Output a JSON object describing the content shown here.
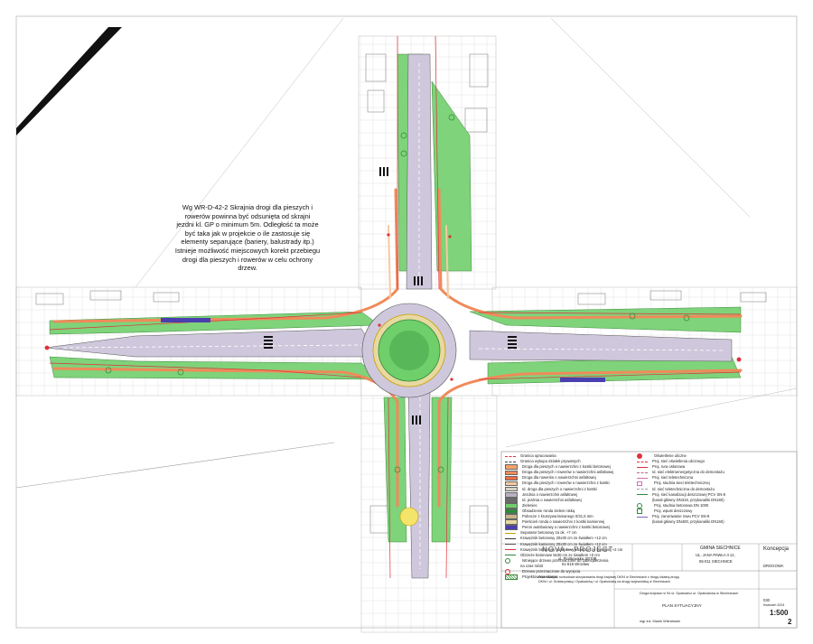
{
  "note": {
    "lines": [
      "Wg WR-D-42-2 Skrajnia drogi dla pieszych i",
      "rowerów powinna być odsunięta od skrajni",
      "jezdni kl. GP o minimum 5m. Odległość ta może",
      "być taka jak w projekcie o ile zastosuje się",
      "elementy separujące (bariery, balustrady itp.)",
      "Istnieje możliwość miejscowych korekt przebiegu",
      "drogi dla pieszych i rowerów w celu ochrony",
      "drzew."
    ]
  },
  "legend_left": [
    {
      "label": "Granica opracowania",
      "color": "#e0303a",
      "style": "dash"
    },
    {
      "label": "Granica wykupu działek prywatnych",
      "color": "#444444",
      "style": "dashdot"
    },
    {
      "label": "Droga dla pieszych o nawierzchni z kostki betonowej",
      "color": "#f3a46b",
      "style": "fill"
    },
    {
      "label": "Droga dla pieszych i rowerów o nawierzchni asfaltowej",
      "color": "#f08a5a",
      "style": "fill"
    },
    {
      "label": "Droga dla rowerów o nawierzchni asfaltowej",
      "color": "#e96e4a",
      "style": "fill"
    },
    {
      "label": "Droga dla pieszych i rowerów o nawierzchni z kostki",
      "color": "#f7c9a0",
      "style": "fill"
    },
    {
      "label": "Id. droga dla pieszych o nawierzchni z kostki",
      "color": "#d9d0c6",
      "style": "fill"
    },
    {
      "label": "Jezdnia o nawierzchni asfaltowej",
      "color": "#b9b2c6",
      "style": "fill"
    },
    {
      "label": "Id. jezdnia o nawierzchni asfaltowej",
      "color": "#6a6a6a",
      "style": "fill"
    },
    {
      "label": "Zieleniec",
      "color": "#6fcf6a",
      "style": "fill"
    },
    {
      "label": "Obsadzenie rondа zieleni niską",
      "color": "#2f8a3a",
      "style": "fill"
    },
    {
      "label": "Pobocze z kruszywa łamanego 0/31,5 mm",
      "color": "#c8b48a",
      "style": "fill"
    },
    {
      "label": "Pierścień ronda o nawierzchni z kostki kamiennej",
      "color": "#e8d9a0",
      "style": "fill"
    },
    {
      "label": "Peron autobusowy o nawierzchni z kostki betonowej",
      "color": "#4a3fb0",
      "style": "fill"
    },
    {
      "label": "Separator betonowy za ok. +7 cm",
      "color": "#c8a000",
      "style": "line"
    },
    {
      "label": "Krawężnik betonowy 20x30 cm ze światłem +12 cm",
      "color": "#333333",
      "style": "line"
    },
    {
      "label": "Krawężnik kamienny 20x30 cm ze światłem +12 cm",
      "color": "#555555",
      "style": "line"
    },
    {
      "label": "Krawężnik betonowy najazdowy 15x22cm ze światłem +2 cm",
      "color": "#e0303a",
      "style": "line"
    },
    {
      "label": "Obrzeże betonowe 8x30 cm ze światłem +0 cm",
      "color": "#2f8a3a",
      "style": "line"
    },
    {
      "label": "Istniejące drzewo przeznaczone do zabezpieczenia",
      "color": "#2f8a3a",
      "style": "circle"
    },
    {
      "label": "na czas robót",
      "color": "",
      "style": "none"
    },
    {
      "label": "Drzewo przeznaczone do wycięcia",
      "color": "#e0303a",
      "style": "circle"
    },
    {
      "label": "Projektowana skarpa",
      "color": "#3a8a3a",
      "style": "hatch"
    }
  ],
  "legend_right": [
    {
      "label": "Oświetlenie uliczne",
      "color": "#e0303a",
      "style": "dot"
    },
    {
      "label": "Proj. sieć oświetlenia ulicznego",
      "color": "#e0303a",
      "style": "dash"
    },
    {
      "label": "Proj. rura osłonowa",
      "color": "#e0303a",
      "style": "line"
    },
    {
      "label": "Id. sieć elektroenergetyczna do demontażu",
      "color": "#c06090",
      "style": "dash"
    },
    {
      "label": "Proj. sieć teletechniczna",
      "color": "#d070b0",
      "style": "line"
    },
    {
      "label": "Proj. studnia sieci teletechnicznej",
      "color": "#d070b0",
      "style": "square"
    },
    {
      "label": "Id. sieć teletechniczna do demontażu",
      "color": "#a0a0a0",
      "style": "dash"
    },
    {
      "label": "Proj. sieć kanalizacji deszczowej PCV SN-8",
      "color": "#2f8a3a",
      "style": "line"
    },
    {
      "label": "(kanał główny DN315, przykanaliki DN160)",
      "color": "",
      "style": "none"
    },
    {
      "label": "Proj. studnia betonowa DN 1000",
      "color": "#2f8a3a",
      "style": "circle"
    },
    {
      "label": "Proj. wpust deszczowy",
      "color": "#2f8a3a",
      "style": "square"
    },
    {
      "label": "Proj. zarurowanie rowu PCV SN-8",
      "color": "#8060c0",
      "style": "line"
    },
    {
      "label": "(kanał główny DN400, przykanaliki DN160)",
      "color": "",
      "style": "none"
    }
  ],
  "title_block": {
    "company": "NOVA—PROJECT",
    "company_address_1": "ul. Piotrkowska 20/70B,",
    "company_address_2": "51-616 Wrocław",
    "client_1": "GMINA SIECHNICE",
    "client_2": "UL. JANA PAWŁA II 12,",
    "client_3": "55-011 SIECHNICE",
    "stage": "Koncepcja",
    "branch": "DROGOWA",
    "project_desc_1": "Przebudowa i rozbudowa skrzyżowania drogi krajowej DK94 w Siechnicach z drogą lokalną drogą",
    "project_desc_2": "DK94 i ul. Grabiszyńską i Opatowicką i ul. Opatowicką na drogę wojewódzką w Siechnicach",
    "address_line": "Droga krajowa nr 94 ul. Opatowicz ul. Opatowicka w Siechnicach",
    "drawing_title": "PLAN SYTUACYJNY",
    "scale": "1:500",
    "sheet_no": "2",
    "drawing_no": "030",
    "date": "Kwiecień 2024",
    "designer": "mgr inż. Marek Wiśniewski"
  }
}
